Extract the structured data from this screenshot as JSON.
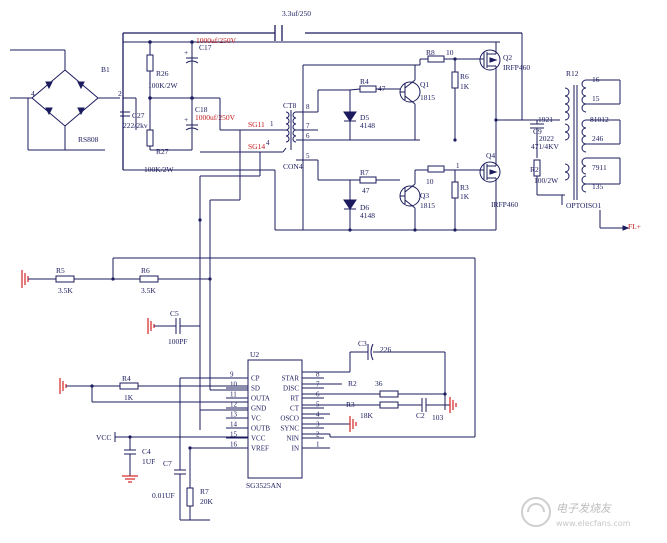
{
  "components": {
    "b1": "B1",
    "rs808": "RS808",
    "pin4_bridge": "4",
    "pin2_bridge": "2",
    "c27": "C27",
    "c27_val": "222/2kv",
    "r26": "R26",
    "r26_val": "100K/2W",
    "r27": "R27",
    "r27_val": "100K/2W",
    "c17": "C17",
    "c17_val": "1000uf/250V",
    "c18": "C18",
    "c18_val": "1000uf/250V",
    "top_cap": "3.3uf/250",
    "ct8": "CT8",
    "con4": "CON4",
    "sg11": "SG11",
    "sg14": "SG14",
    "r8": "R8",
    "r8_val": "10",
    "r4a": "R4",
    "r4a_val": "47",
    "d5": "D5",
    "d5_val": "4148",
    "q1": "Q1",
    "q1_val": "1815",
    "r6": "R6",
    "r6_val": "1K",
    "q2": "Q2",
    "q2_val": "IRFP460",
    "r7": "R7",
    "r7_val": "47",
    "d6": "D6",
    "d6_val": "4148",
    "q3": "Q3",
    "q3_val": "1815",
    "r10_val": "10",
    "r3a": "R3",
    "r3a_val": "1K",
    "q4": "Q4",
    "q4_val": "IRFP460",
    "r12": "R12",
    "c9": "C9",
    "c9_val": "2022",
    "c9_val2": "471/4KV",
    "r1921": "1921",
    "r2": "R2",
    "r2_val": "100/2W",
    "opto": "OPTOISO1",
    "t16": "16",
    "t15": "15",
    "t81012": "81012",
    "t246": "246",
    "t7911": "7911",
    "t135": "135",
    "flplus": "FL+",
    "r5": "R5",
    "r5_val": "3.5K",
    "r6b": "R6",
    "r6b_val": "3.5K",
    "c5": "C5",
    "c5_val": "100PF",
    "u2": "U2",
    "u2_part": "SG3525AN",
    "r4b": "R4",
    "r4b_val": "1K",
    "c3": "C3",
    "c3_val": "226",
    "r2b": "R2",
    "r2b_val": "36",
    "r3b": "R3",
    "r3b_val": "18K",
    "c2": "C2",
    "c2_val": "103",
    "vcc": "VCC",
    "c4": "C4",
    "c4_val": "1UF",
    "c7": "C7",
    "c7_val": "0.01UF",
    "r7b": "R7",
    "r7b_val": "20K",
    "ct_pin8": "8",
    "ct_pin7": "7",
    "ct_pin6": "6",
    "ct_pin5": "5",
    "ct_pin1": "1",
    "ct_pin4": "4",
    "q4_pin1": "1"
  },
  "ic_pins_left": [
    {
      "num": "9",
      "name": "CP"
    },
    {
      "num": "10",
      "name": "SD"
    },
    {
      "num": "11",
      "name": "OUTA"
    },
    {
      "num": "12",
      "name": "GND"
    },
    {
      "num": "13",
      "name": "VC"
    },
    {
      "num": "14",
      "name": "OUTB"
    },
    {
      "num": "15",
      "name": "VCC"
    },
    {
      "num": "16",
      "name": "VREF"
    }
  ],
  "ic_pins_right": [
    {
      "num": "8",
      "name": "STAR"
    },
    {
      "num": "7",
      "name": "DISC"
    },
    {
      "num": "6",
      "name": "RT"
    },
    {
      "num": "5",
      "name": "CT"
    },
    {
      "num": "4",
      "name": "OSCO"
    },
    {
      "num": "3",
      "name": "SYNC"
    },
    {
      "num": "2",
      "name": "NIN"
    },
    {
      "num": "1",
      "name": "IN"
    }
  ],
  "watermark": {
    "cn": "电子发烧友",
    "url": "www.elecfans.com"
  }
}
